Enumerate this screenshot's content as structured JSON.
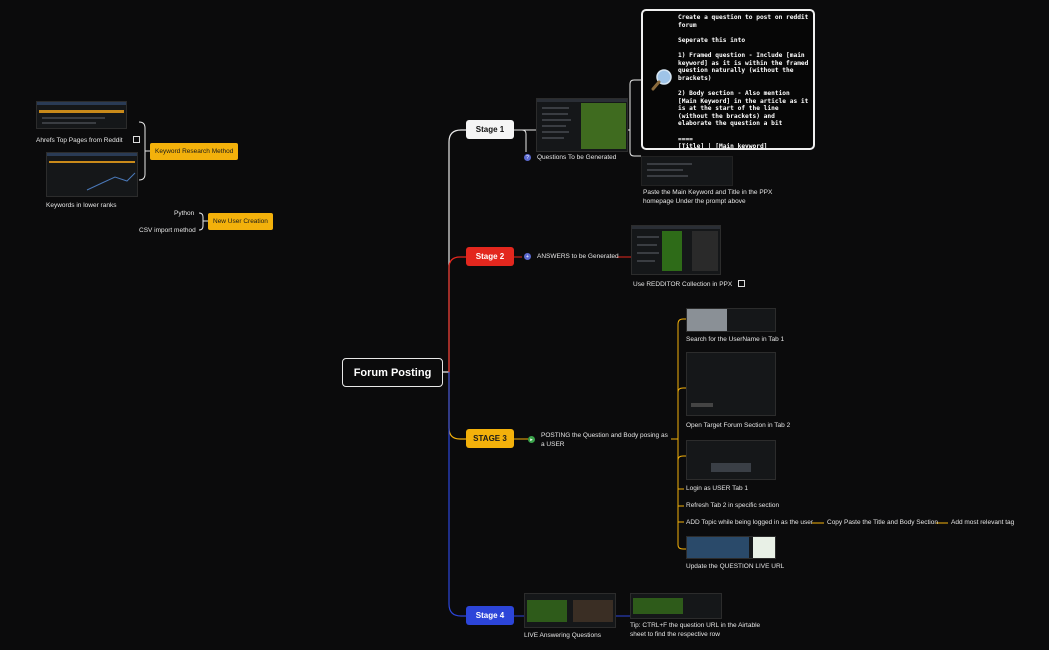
{
  "root": {
    "label": "Forum Posting"
  },
  "stages": {
    "stage1": {
      "label": "Stage 1",
      "color": "#f5f5f5"
    },
    "stage2": {
      "label": "Stage 2",
      "color": "#e3271e"
    },
    "stage3": {
      "label": "STAGE 3",
      "color": "#f3b10b"
    },
    "stage4": {
      "label": "Stage 4",
      "color": "#2c45d9"
    }
  },
  "stage1": {
    "questions_label": "Questions To be Generated",
    "prompt_card": "Create a question to post on reddit forum\n\nSeperate this into\n\n1) Framed question - Include [main keyword] as it is within the framed question naturally (without the brackets)\n\n2) Body section - Also mention [Main Keyword] in the article as it is at the start of the line (without the brackets) and elaborate the question a bit\n\n====\n[Title] | [Main keyword]",
    "paste_note": "Paste the Main Keyword and Title in the PPX homepage Under the prompt above",
    "card_icon": "magnifier-icon"
  },
  "stage2": {
    "answers_label": "ANSWERS to be Generated",
    "collection_label": "Use REDDITOR Collection in PPX"
  },
  "stage3": {
    "posting_label": "POSTING the Question and Body posing as a USER",
    "search_label": "Search for the UserName in Tab 1",
    "open_label": "Open Target Forum Section in Tab 2",
    "login_label": "Login as USER Tab 1",
    "refresh_label": "Refresh Tab 2 in specific section",
    "add_topic_label": "ADD Topic while being logged in as the user",
    "copy_paste_label": "Copy Paste the Title and Body Section",
    "add_tag_label": "Add most relevant tag",
    "update_label": "Update the QUESTION LIVE URL"
  },
  "stage4": {
    "live_label": "LIVE Answering Questions",
    "tip_label": "Tip: CTRL+F the question URL in the Airtable sheet to find the respective row"
  },
  "left": {
    "keyword_method": "Keyword Research Method",
    "ahrefs_label": "Ahrefs Top Pages from Reddit",
    "lower_ranks_label": "Keywords in lower ranks",
    "new_user": "New User Creation",
    "python_label": "Python",
    "csv_label": "CSV import method"
  },
  "colors": {
    "background": "#0b0b0c",
    "yellow": "#f3b10b",
    "red": "#e3271e",
    "blue": "#2c45d9",
    "white": "#f5f5f5"
  }
}
